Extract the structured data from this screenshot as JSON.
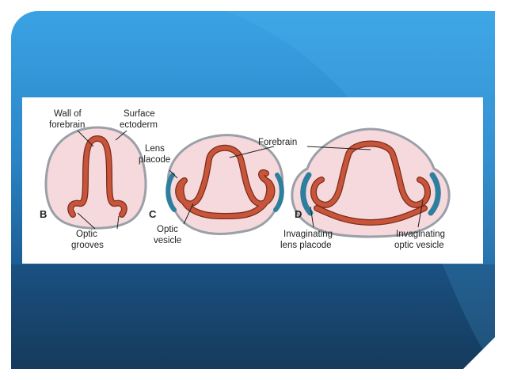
{
  "colors": {
    "ectoderm": "#9aa0a8",
    "mesenchyme": "#f6d9dc",
    "neural_wall": "#c8553a",
    "neural_wall_dark": "#7a2c1c",
    "lens_placode": "#2e7f9e"
  },
  "labels": {
    "wall_of_forebrain": [
      "Wall of",
      "forebrain"
    ],
    "surface_ectoderm": [
      "Surface",
      "ectoderm"
    ],
    "lens_placode": [
      "Lens",
      "placode"
    ],
    "forebrain": "Forebrain",
    "optic_grooves": [
      "Optic",
      "grooves"
    ],
    "optic_vesicle": [
      "Optic",
      "vesicle"
    ],
    "invaginating_lens_placode": [
      "Invaginating",
      "lens placode"
    ],
    "invaginating_optic_vesicle": [
      "Invaginating",
      "optic vesicle"
    ]
  },
  "stages": {
    "b": "B",
    "c": "C",
    "d": "D"
  }
}
